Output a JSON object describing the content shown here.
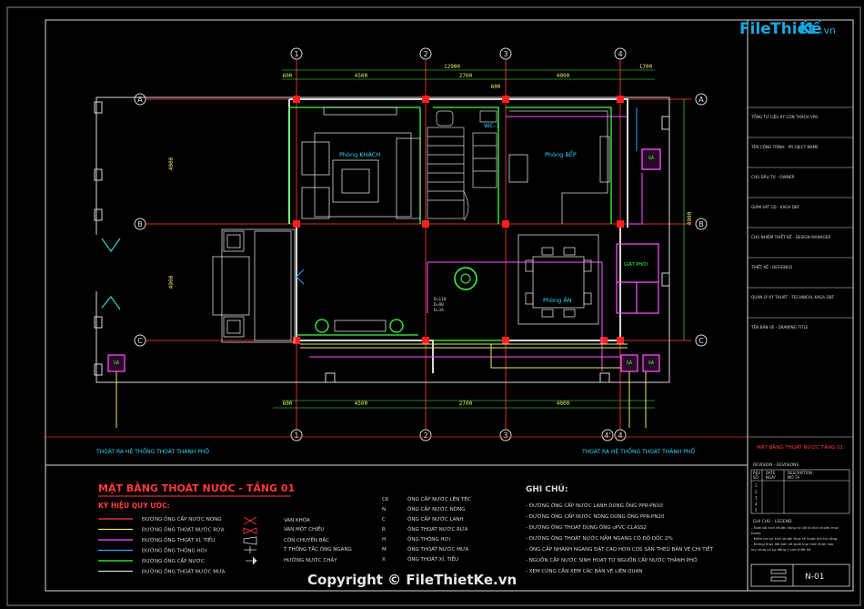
{
  "watermark": {
    "logo_file": "File",
    "logo_thiet": "Thiết",
    "logo_ke": "Kế",
    "logo_domain": ".vn",
    "copyright": "Copyright © FileThietKe.vn"
  },
  "grid": {
    "cols": [
      "1",
      "2",
      "3",
      "4"
    ],
    "col_bottom_4": "4'",
    "rows": [
      "A",
      "B",
      "C"
    ],
    "dims_top": [
      "4500",
      "2700",
      "4000",
      "1700"
    ],
    "dim_top_total": "12900",
    "dims_bottom": [
      "4500",
      "2700",
      "4000"
    ],
    "dims_left": [
      "4000",
      "4900"
    ],
    "dim_small": [
      "600",
      "600"
    ]
  },
  "rooms": {
    "living": "Phòng KHÁCH",
    "kitchen": "Phòng BẾP",
    "dining": "Phòng ĂN",
    "wc": "WC-1",
    "laundry": "GIẶT PHƠI"
  },
  "pipe_tags": [
    "GA",
    "GA",
    "GA",
    "GA"
  ],
  "pipe_labels": [
    "D=110",
    "D=90",
    "D=34"
  ],
  "drain_left": "THOÁT RA HỆ THỐNG THOÁT THÀNH PHỐ",
  "drain_right": "THOÁT RA HỆ THỐNG THOÁT THÀNH PHỐ",
  "title_main": "MẶT BẰNG THOÁT NƯỚC - TẦNG 01",
  "legend": {
    "heading": "KÝ HIỆU QUY ƯỚC:",
    "lines": [
      {
        "label": "ĐƯỜNG ỐNG CẤP NƯỚC NÓNG",
        "color": "#ff3b3b"
      },
      {
        "label": "ĐƯỜNG ỐNG THOÁT NƯỚC RỬA",
        "color": "#e8e86a"
      },
      {
        "label": "ĐƯỜNG ỐNG THOÁT XÍ, TIỂU",
        "color": "#ff55ff"
      },
      {
        "label": "ĐƯỜNG ỐNG THÔNG HƠI",
        "color": "#2aa3ff"
      },
      {
        "label": "ĐƯỜNG ỐNG CẤP NƯỚC",
        "color": "#3cff3c"
      },
      {
        "label": "ĐƯỜNG ỐNG THOÁT NƯỚC MƯA",
        "color": "#d8d8d8"
      }
    ],
    "symbols": [
      "VAN KHÓA",
      "VAN MỘT CHIỀU",
      "CÔN CHUYỂN BẬC",
      "T THÔNG TẮC ỐNG NGANG",
      "HƯỚNG NƯỚC CHẢY"
    ],
    "codes": [
      {
        "code": "CK",
        "text": "ỐNG CẤP NƯỚC LÊN TÉC"
      },
      {
        "code": "N",
        "text": "ỐNG CẤP NƯỚC NÓNG"
      },
      {
        "code": "C",
        "text": "ỐNG CẤP NƯỚC LẠNH"
      },
      {
        "code": "R",
        "text": "ỐNG THOÁT NƯỚC RỬA"
      },
      {
        "code": "H",
        "text": "ỐNG THÔNG HƠI"
      },
      {
        "code": "M",
        "text": "ỐNG THOÁT NƯỚC MƯA"
      },
      {
        "code": "X",
        "text": "ỐNG THOÁT XÍ, TIỂU"
      }
    ]
  },
  "notes": {
    "heading": "GHI CHÚ:",
    "items": [
      "- ĐƯỜNG ỐNG CẤP NƯỚC LẠNH DÙNG ỐNG PPR-PN10",
      "- ĐƯỜNG ỐNG CẤP NƯỚC NÓNG DÙNG ỐNG PPR-PN20",
      "- ĐƯỜNG ỐNG THOÁT DÙNG ỐNG uPVC-CLASS2",
      "- ĐƯỜNG ỐNG THOÁT NƯỚC NẰM NGANG CÓ ĐỘ DỐC 2%",
      "- ỐNG CẤP NHÁNH NGANG ĐẶT CAO HƠN COS SÀN THEO BẢN VẼ CHI TIẾT",
      "- NGUỒN CẤP NƯỚC SINH HOẠT TỪ NGUỒN CẤP NƯỚC THÀNH PHỐ",
      "- XEM CÙNG CẦN XEM CÁC BẢN VẼ LIÊN QUAN"
    ]
  },
  "title_block": {
    "rows": [
      "TỔNG TƯ LIỆU KỸ CÔN THÁCH VPD",
      "TÊN CÔNG TRÌNH - PR OJECT NAME",
      "CHỦ ĐẦU TƯ - OWNER",
      "GIÁM SÁT CĐ - KAGA DBF",
      "CHỦ NHIỆM THIẾT KẾ - DESIGN MANAGER",
      "THIẾT KẾ - DESIGNED",
      "QUẢN LÝ KỸ THUẬT - TECHNICAL KAGA DBF",
      "TÊN BẢN VẼ - DRAWING TITLE"
    ],
    "drawing_title": "MẶT BẰNG THOÁT NƯỚC TẦNG 01",
    "revision_head": "REVISION - REVISIONS",
    "rev_cols": [
      "REV",
      "DATE",
      "DESCRIPTION"
    ],
    "rev_cols2": [
      "SỐ",
      "NGÀY",
      "MÔ TẢ"
    ],
    "rev_nums": [
      "1",
      "2",
      "3",
      "4",
      "5"
    ],
    "general_notes_head": "GHI CHÚ - LEGEND",
    "general_notes": [
      "- Toàn bộ kích thước dùng từ cột là kích thước thực",
      "thước",
      "- Kiểm tra kỹ kích thước thực tế trước khi thi công",
      "- Không thay đổi bản vẽ dưới mọi hình thức nào",
      "khi chưa có sự đồng ý của thiết kế"
    ],
    "sheet_no": "N-01"
  }
}
